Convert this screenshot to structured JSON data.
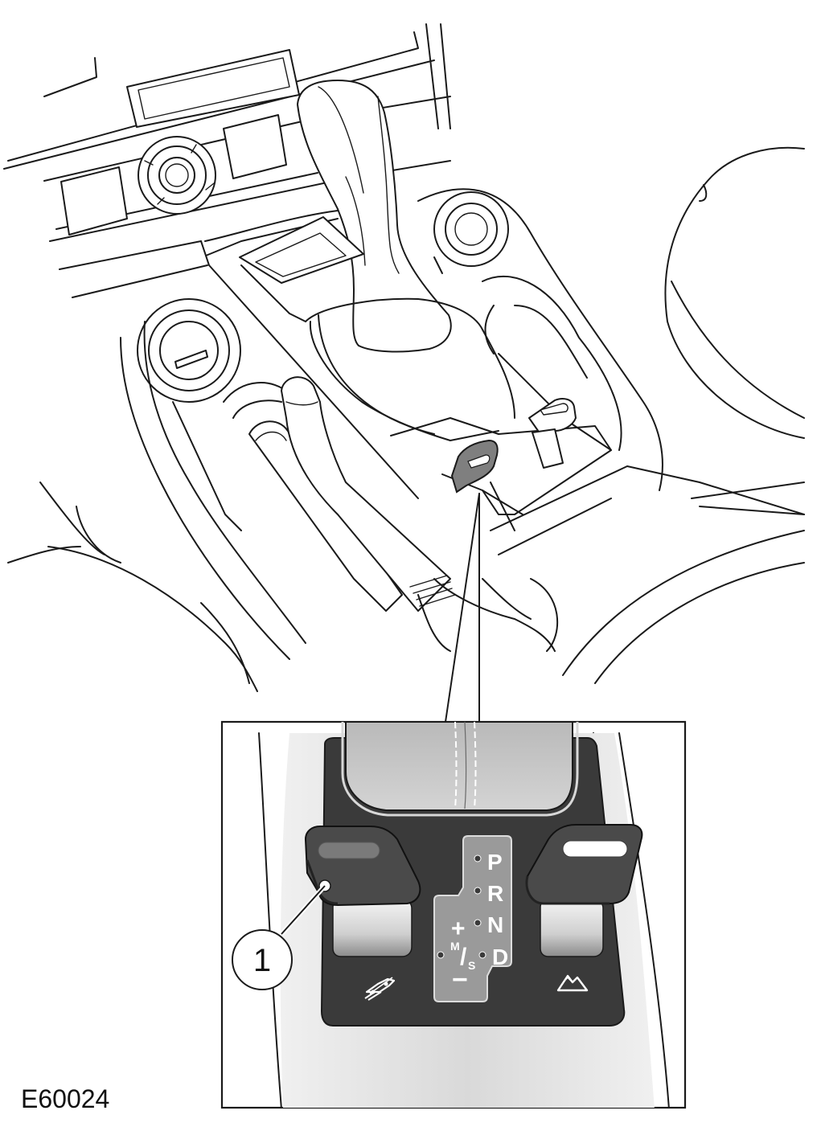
{
  "figure": {
    "code": "E60024",
    "callout_number": "1"
  },
  "gate": {
    "letters": [
      "P",
      "R",
      "N",
      "D"
    ],
    "plus": "+",
    "minus": "−",
    "ms_m": "M",
    "ms_slash": "/",
    "ms_s": "S"
  },
  "icons": {
    "left_switch": "hill-descent-icon",
    "right_switch": "mountain-terrain-icon"
  },
  "colors": {
    "panel": "#3a3a3a",
    "switch": "#4a4a4a",
    "gate_plate": "#9a9a9a",
    "boot": "#c8c8c8",
    "highlight_lever": "#7f7f7f"
  }
}
